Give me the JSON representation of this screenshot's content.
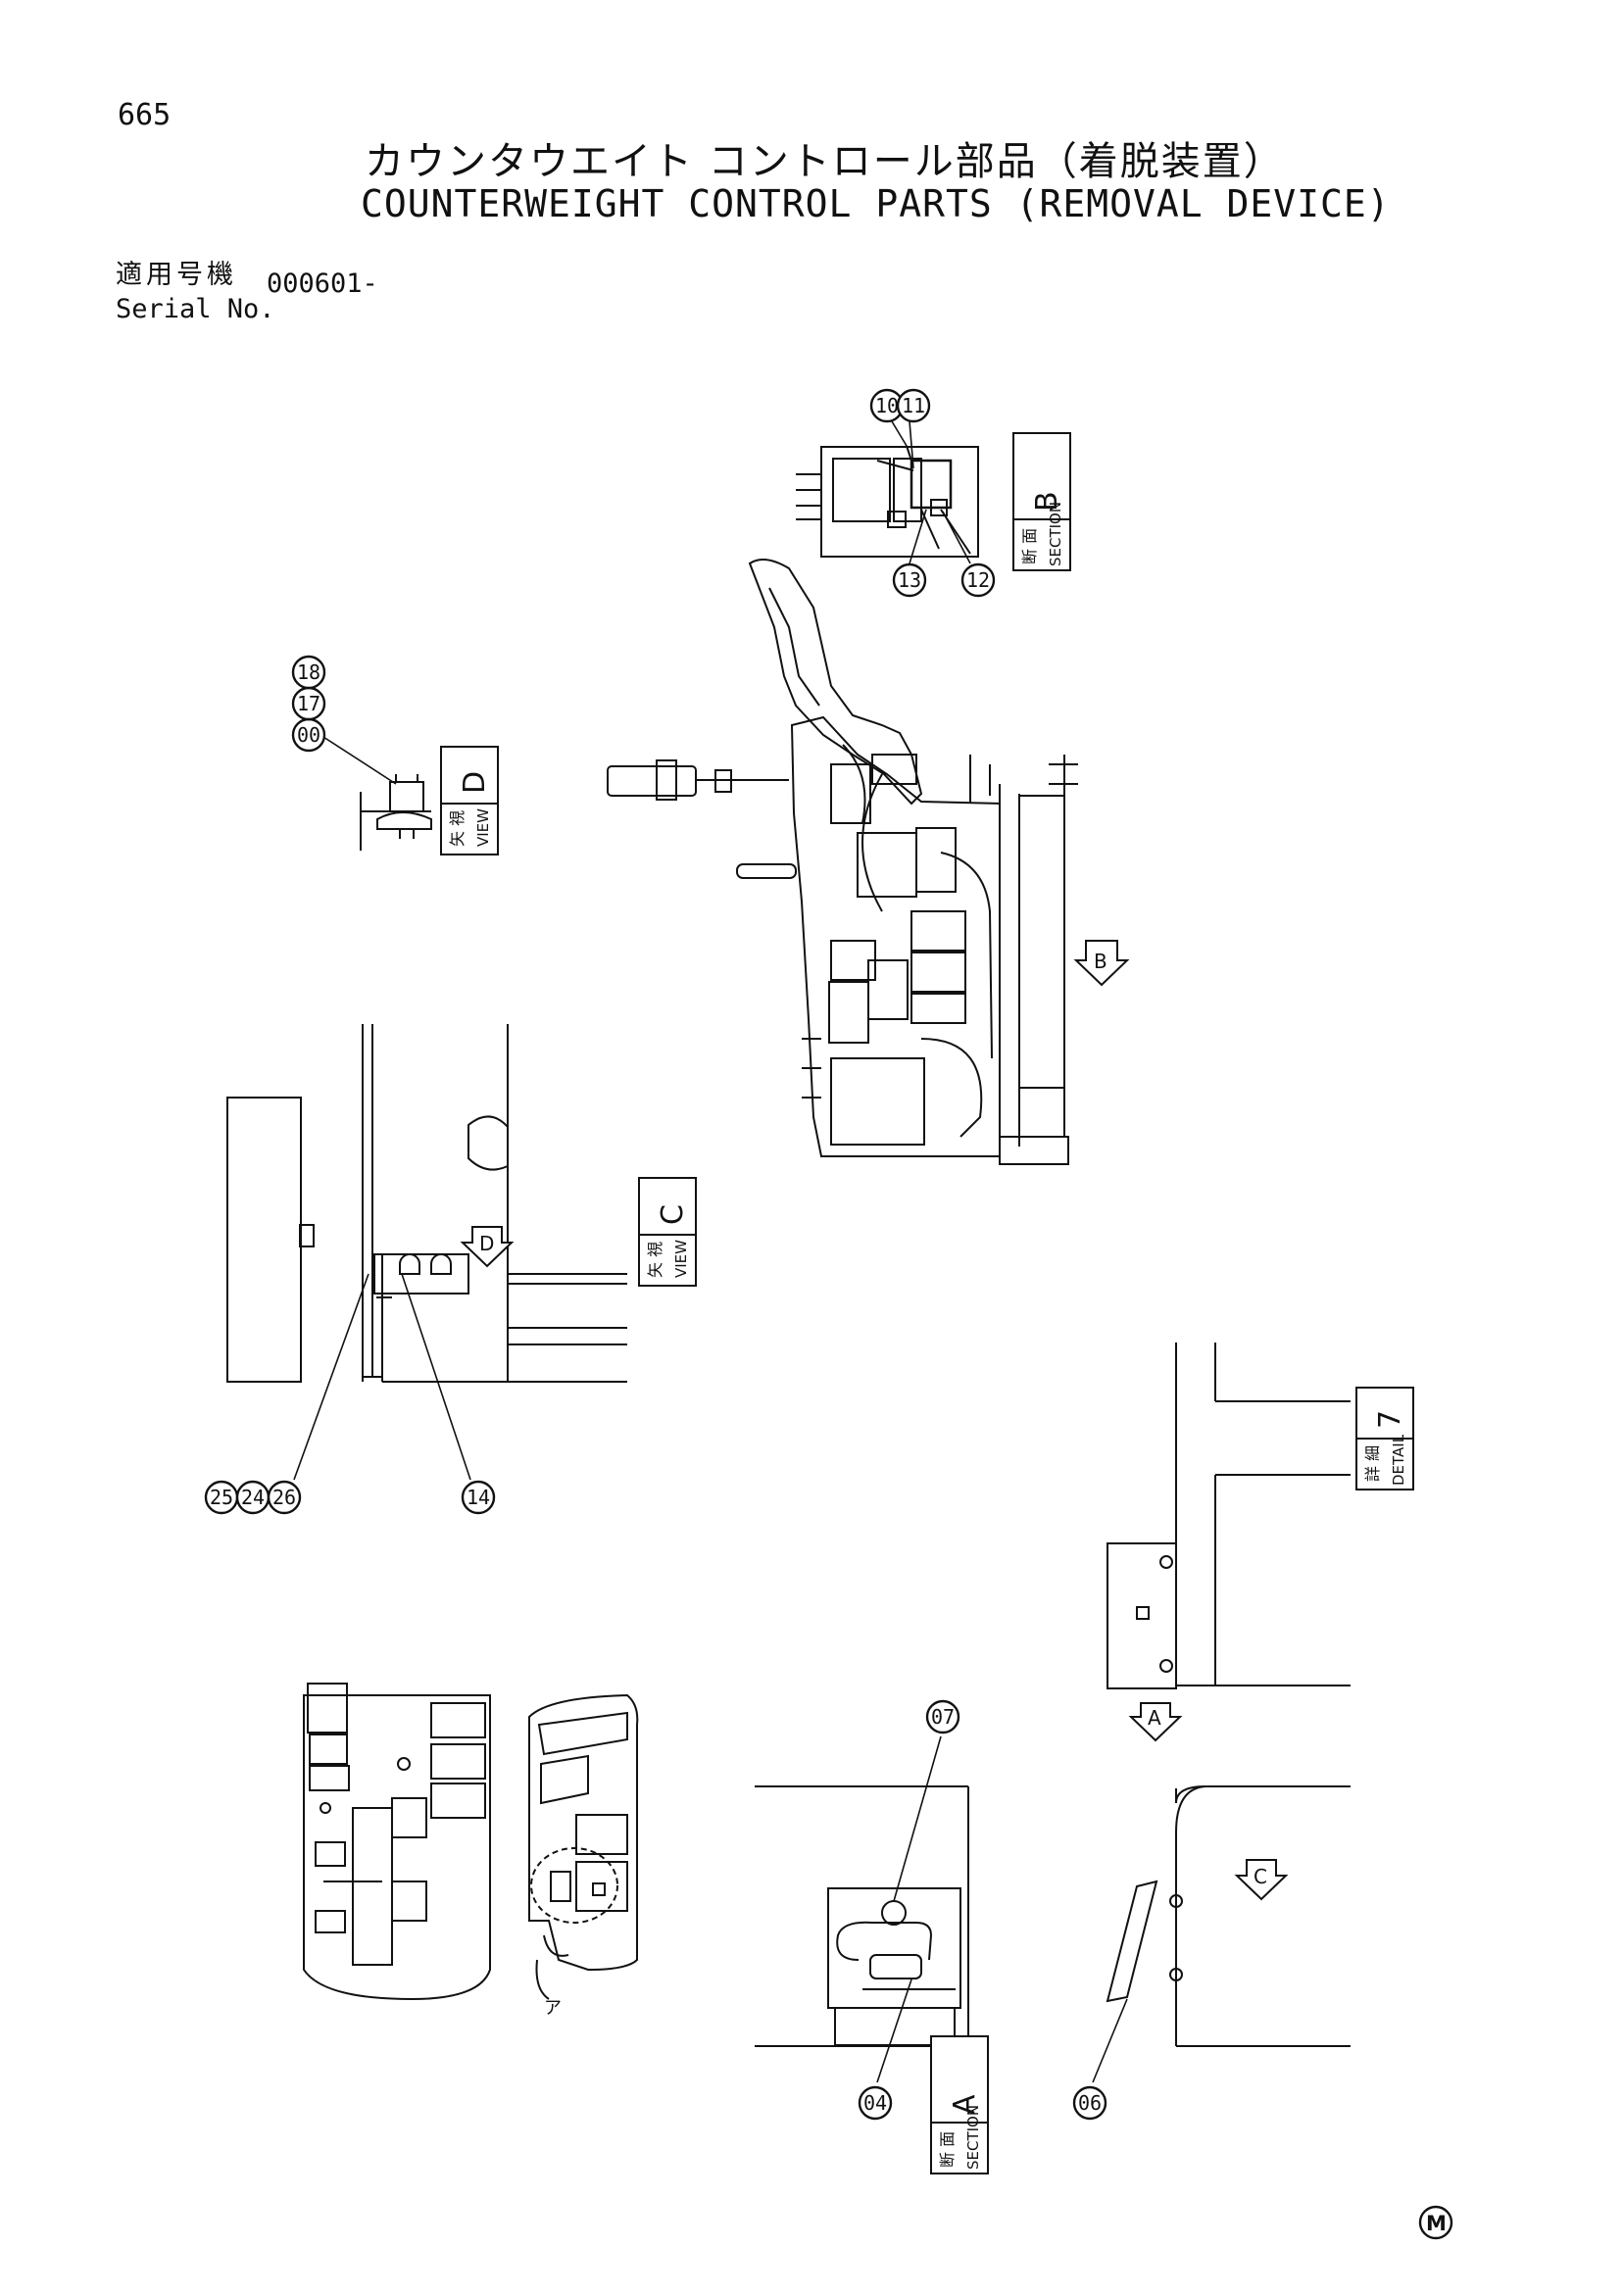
{
  "header": {
    "page_number": "665",
    "title_jp": "カウンタウエイト コントロール部品（着脱装置）",
    "title_en": "COUNTERWEIGHT CONTROL PARTS (REMOVAL DEVICE)",
    "serial_label_jp": "適用号機",
    "serial_label_en": "Serial No.",
    "serial_value": "000601-"
  },
  "views": {
    "section_b": {
      "jp": "断 面",
      "en": "SECTION",
      "letter": "B"
    },
    "view_d": {
      "jp": "矢 視",
      "en": "VIEW",
      "letter": "D"
    },
    "view_c": {
      "jp": "矢 視",
      "en": "VIEW",
      "letter": "C"
    },
    "detail_7": {
      "jp": "詳 細",
      "en": "DETAIL",
      "letter": "7"
    },
    "section_a": {
      "jp": "断 面",
      "en": "SECTION",
      "letter": "A"
    }
  },
  "arrows": {
    "b": "B",
    "d": "D",
    "a": "A",
    "c": "C"
  },
  "callouts": {
    "c10": "10",
    "c11": "11",
    "c12": "12",
    "c13": "13",
    "c00": "00",
    "c17": "17",
    "c18": "18",
    "c25": "25",
    "c24": "24",
    "c26": "26",
    "c14": "14",
    "c07": "07",
    "c04": "04",
    "c06": "06"
  },
  "misc": {
    "corner_mark": "M",
    "small_label": "ア"
  }
}
